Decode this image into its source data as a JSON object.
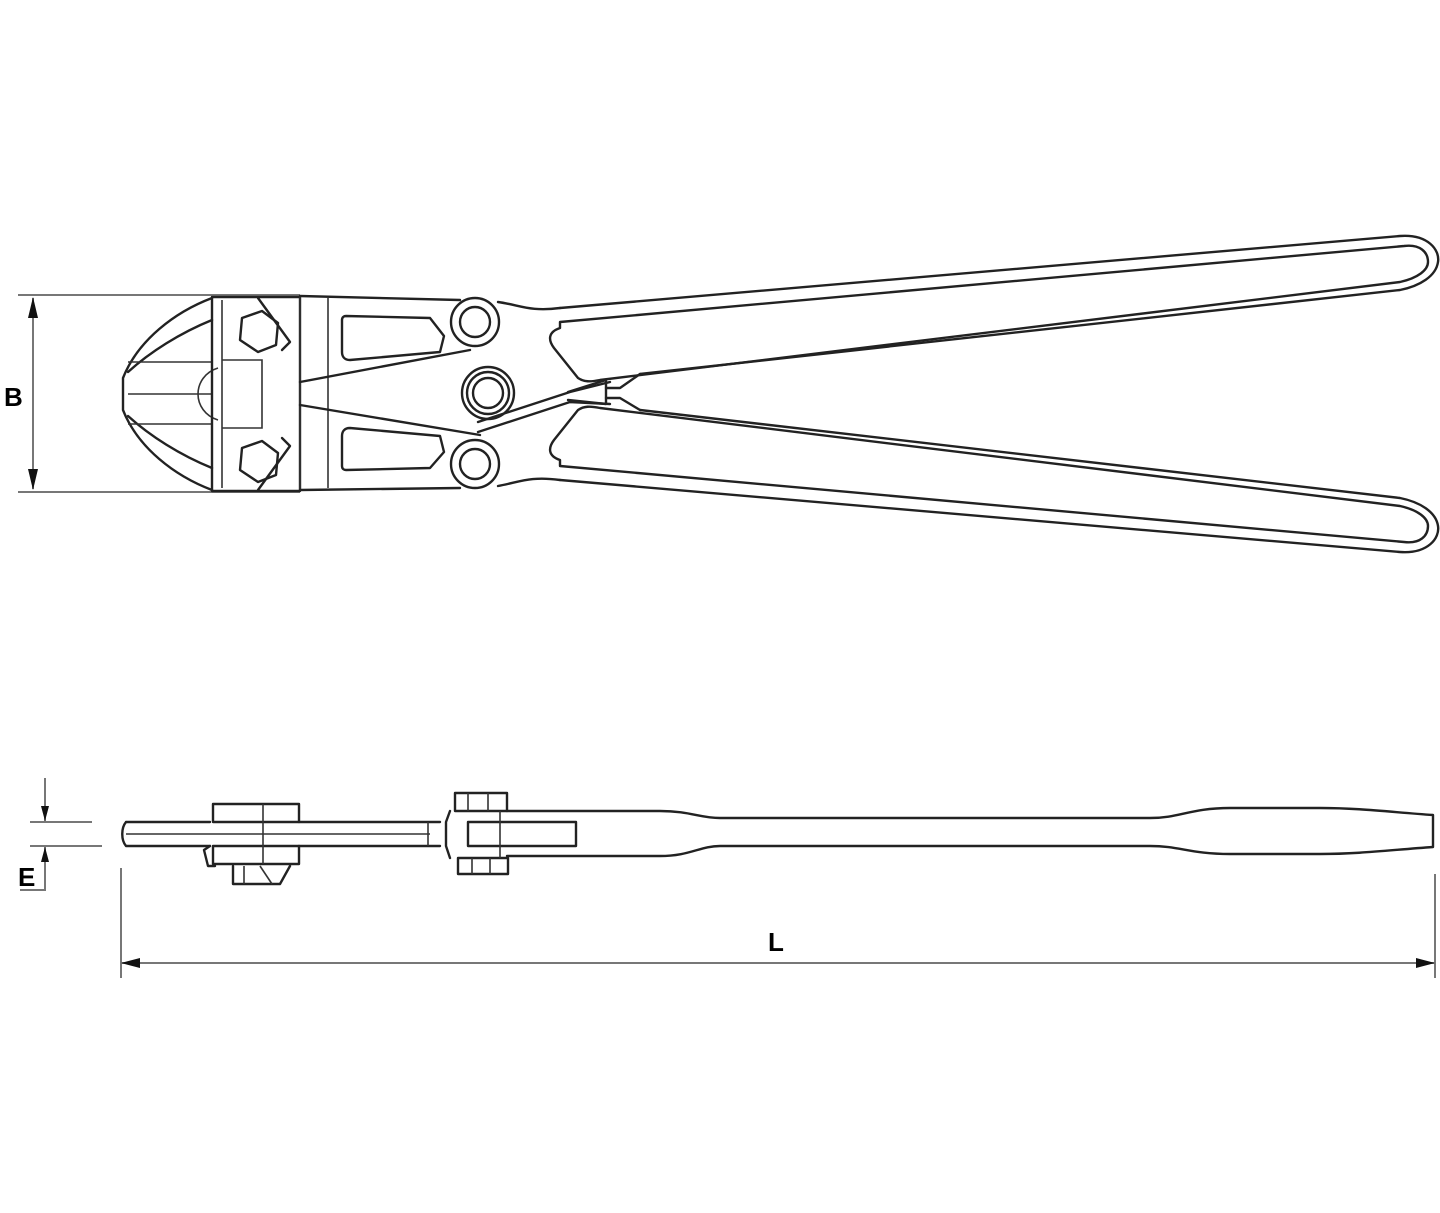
{
  "drawing": {
    "subject": "bolt cutter",
    "views": [
      {
        "id": "top-view",
        "label": "Top view"
      },
      {
        "id": "side-view",
        "label": "Side view"
      }
    ],
    "dimensions": {
      "B": {
        "label": "B",
        "meaning": "head width"
      },
      "E": {
        "label": "E",
        "meaning": "head thickness"
      },
      "L": {
        "label": "L",
        "meaning": "overall length"
      }
    },
    "colors": {
      "line": "#222222",
      "dimension_line": "#777777",
      "background": "#ffffff"
    }
  }
}
